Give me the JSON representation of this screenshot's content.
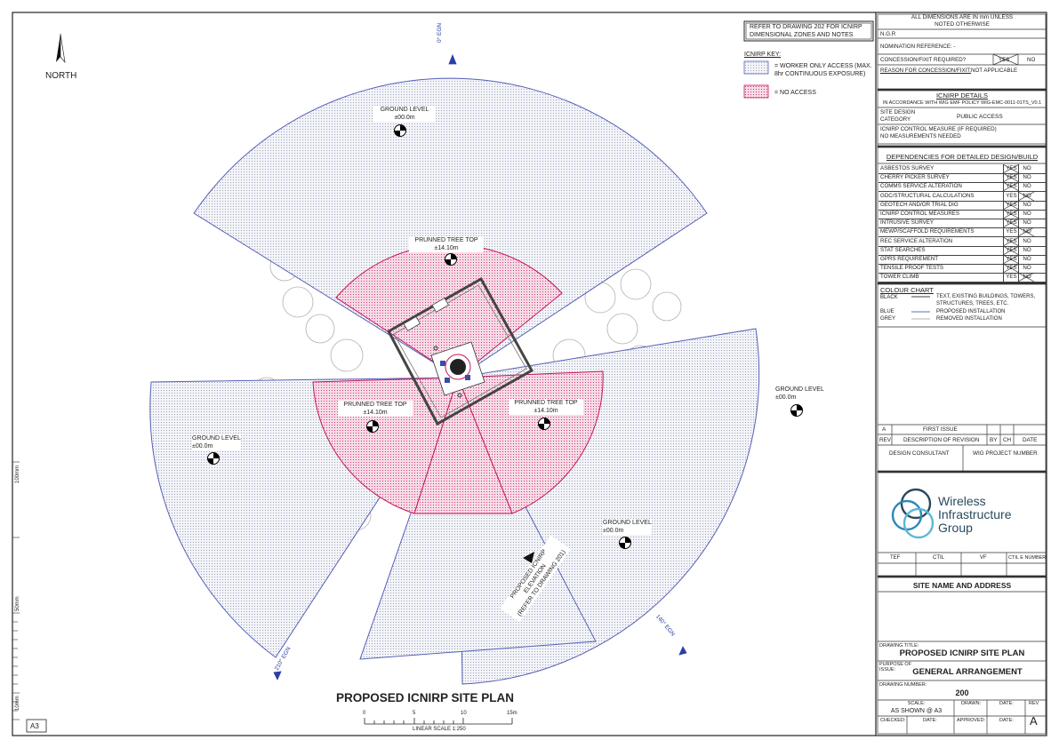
{
  "sheet_size": "A3",
  "north_label": "NORTH",
  "note_box": "REFER TO DRAWING 202 FOR ICNIRP DIMENSIONAL ZONES AND NOTES",
  "key": {
    "title": "ICNIRP KEY:",
    "worker_line1": "= WORKER ONLY ACCESS (MAX.",
    "worker_line2": "8hr CONTINUOUS EXPOSURE)",
    "no_access": "= NO ACCESS"
  },
  "bearings": {
    "b0": "0° EGN",
    "b140": "140° EGN",
    "b210": "210° EGN"
  },
  "ground_level": {
    "label": "GROUND LEVEL",
    "value": "±00.0m"
  },
  "tree": {
    "label": "PRUNNED TREE TOP",
    "value": "±14.10m"
  },
  "elevation_note": {
    "l1": "PROPOSED ICNIRP",
    "l2": "ELEVATION",
    "l3": "(REFER TO DRAWING 201)"
  },
  "drawing_heading": "PROPOSED ICNIRP SITE PLAN",
  "scale_bar": {
    "ticks": [
      "0",
      "5",
      "10",
      "15m"
    ],
    "caption": "LINEAR SCALE 1:250"
  },
  "margin_scale": {
    "m100": "100mm",
    "m50": "50mm",
    "m10": "10mm"
  },
  "title_block": {
    "dims_l1": "ALL DIMENSIONS ARE IN mm UNLESS",
    "dims_l2": "NOTED OTHERWISE",
    "ngr": "N.G.R",
    "nomination": "NOMINATION REFERENCE: -",
    "concession_q": "CONCESSION/FIXIT REQUIRED?",
    "yes": "YES",
    "no": "NO",
    "reason_label": "REASON FOR CONCESSION/FIXIT:",
    "reason_value": "NOT APPLICABLE",
    "icnirp_details": "ICNIRP DETAILS",
    "policy": "IN ACCORDANCE WITH WIG EMF POLICY WIG-EMC-0011-01TS_V0.1",
    "site_design_l1": "SITE DESIGN",
    "site_design_l2": "CATEGORY",
    "public_access": "PUBLIC ACCESS",
    "control_measure": "ICNIRP CONTROL MEASURE (IF REQUIRED)",
    "no_measurements": "NO MEASUREMENTS NEEDED",
    "dependencies_title": "DEPENDENCIES FOR DETAILED DESIGN/BUILD",
    "dependencies": [
      {
        "label": "ASBESTOS SURVEY",
        "selected": "NO"
      },
      {
        "label": "CHERRY PICKER SURVEY",
        "selected": "NO"
      },
      {
        "label": "COMMS SERVICE ALTERATION",
        "selected": "NO"
      },
      {
        "label": "GDC/STRUCTURAL CALCULATIONS",
        "selected": "YES"
      },
      {
        "label": "GEOTECH AND/OR TRIAL DIG",
        "selected": "NO"
      },
      {
        "label": "ICNIRP CONTROL MEASURES",
        "selected": "NO"
      },
      {
        "label": "INTRUSIVE SURVEY",
        "selected": "NO"
      },
      {
        "label": "MEWP/SCAFFOLD REQUIREMENTS",
        "selected": "YES"
      },
      {
        "label": "REC SERVICE ALTERATION",
        "selected": "NO"
      },
      {
        "label": "STAT SEARCHES",
        "selected": "NO"
      },
      {
        "label": "GPRS REQUIREMENT",
        "selected": "NO"
      },
      {
        "label": "TENSILE PROOF TESTS",
        "selected": "NO"
      },
      {
        "label": "TOWER CLIMB",
        "selected": "YES"
      }
    ],
    "colour_chart": "COLOUR CHART",
    "colours": [
      {
        "name": "BLACK",
        "desc1": "TEXT, EXISTING BUILDINGS, TOWERS,",
        "desc2": "STRUCTURES, TREES, ETC.",
        "color": "#000000"
      },
      {
        "name": "BLUE",
        "desc1": "PROPOSED INSTALLATION",
        "desc2": "",
        "color": "#2b3fa8"
      },
      {
        "name": "GREY",
        "desc1": "REMOVED INSTALLATION",
        "desc2": "",
        "color": "#9a9a9a"
      }
    ],
    "revision": {
      "rev": "A",
      "desc": "FIRST ISSUE"
    },
    "rev_headers": {
      "rev": "REV",
      "desc": "DESCRIPTION OF REVISION",
      "by": "BY",
      "ch": "CH",
      "date": "DATE"
    },
    "design_consultant": "DESIGN CONSULTANT",
    "wig_project": "WIG PROJECT NUMBER",
    "logo": {
      "l1": "Wireless",
      "l2": "Infrastructure",
      "l3": "Group"
    },
    "codes": {
      "tef": "TEF",
      "ctil": "CTIL",
      "vf": "VF",
      "ctil_e": "CTIL E NUMBER"
    },
    "site_name": "SITE NAME AND ADDRESS",
    "drawing_title_label": "DRAWING TITLE:",
    "drawing_title": "PROPOSED ICNIRP SITE PLAN",
    "purpose_label_l1": "PURPOSE OF",
    "purpose_label_l2": "ISSUE:",
    "purpose": "GENERAL ARRANGEMENT",
    "drawing_number_label": "DRAWING NUMBER:",
    "drawing_number": "200",
    "scale_label": "SCALE:",
    "scale_value": "AS SHOWN @ A3",
    "drawn": "DRAWN:",
    "date": "DATE:",
    "rev": "REV",
    "checked": "CHECKED:",
    "approved": "APPROVED:",
    "rev_value": "A"
  },
  "colors": {
    "blue": "#5561b8",
    "magenta": "#c2185b",
    "grey_fill": "#eceef3",
    "pink_fill": "#f6d3e1"
  }
}
